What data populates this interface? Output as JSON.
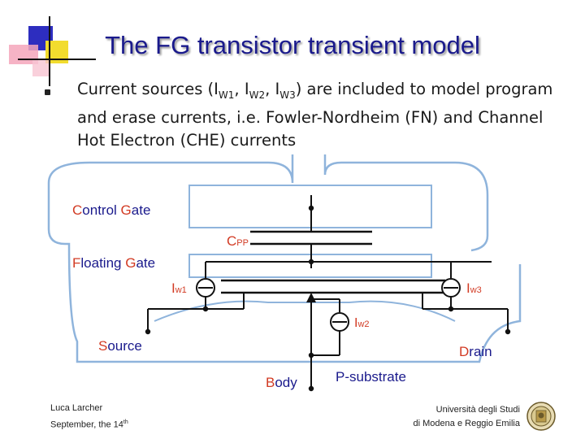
{
  "slide": {
    "title": "The FG transistor transient model",
    "bullet": {
      "text_before": "Current sources (I",
      "sub1": "W1",
      "sep1": ", I",
      "sub2": "W2",
      "sep2": ", I",
      "sub3": "W3",
      "text_after": ") are included to model program and erase currents, i.e. Fowler-Nordheim (FN) and Channel Hot Electron (CHE) currents"
    }
  },
  "diagram": {
    "control_gate": {
      "first_letter": "C",
      "rest1": "ontrol ",
      "g_letter": "G",
      "rest2": "ate"
    },
    "floating_gate": {
      "first_letter": "F",
      "rest1": "loating ",
      "g_letter": "G",
      "rest2": "ate"
    },
    "source": {
      "first_letter": "S",
      "rest": "ource"
    },
    "drain": {
      "first_letter": "D",
      "rest": "rain"
    },
    "body": {
      "first_letter": "B",
      "rest": "ody"
    },
    "substrate": "P-substrate",
    "cpp": {
      "main": "C",
      "sub": "PP"
    },
    "iw1": {
      "main": "I",
      "sub": "w1"
    },
    "iw2": {
      "main": "I",
      "sub": "w2"
    },
    "iw3": {
      "main": "I",
      "sub": "w3"
    },
    "colors": {
      "label_blue": "#1a1a8c",
      "label_red": "#d23b24",
      "wire": "#111111",
      "device_outline": "#8fb4dc"
    }
  },
  "footer": {
    "author": "Luca Larcher",
    "date_prefix": "September, the 14",
    "date_sup": "th",
    "university_line1": "Università degli Studi",
    "university_line2": "di Modena e Reggio Emilia",
    "logo_icon": "university-seal-icon"
  }
}
